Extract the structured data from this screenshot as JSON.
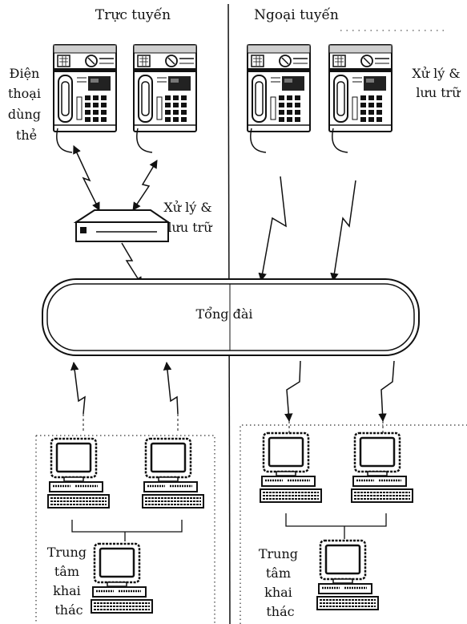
{
  "headers": {
    "online": "Trực tuyến",
    "offline": "Ngoại tuyến"
  },
  "labels": {
    "card_phone": [
      "Điện",
      "thoại",
      "dùng",
      "thẻ"
    ],
    "processing_left": [
      "Xử lý &",
      "lưu trữ"
    ],
    "processing_right": [
      "Xử lý &",
      "lưu trữ"
    ],
    "exchange": "Tổng đài",
    "ops_center_left": [
      "Trung",
      "tâm",
      "khai",
      "thác"
    ],
    "ops_center_right": [
      "Trung",
      "tâm",
      "khai",
      "thác"
    ]
  },
  "icons": {
    "telephone": "card-payphone-icon",
    "server": "processing-storage-unit-icon",
    "computer": "desktop-computer-icon"
  }
}
